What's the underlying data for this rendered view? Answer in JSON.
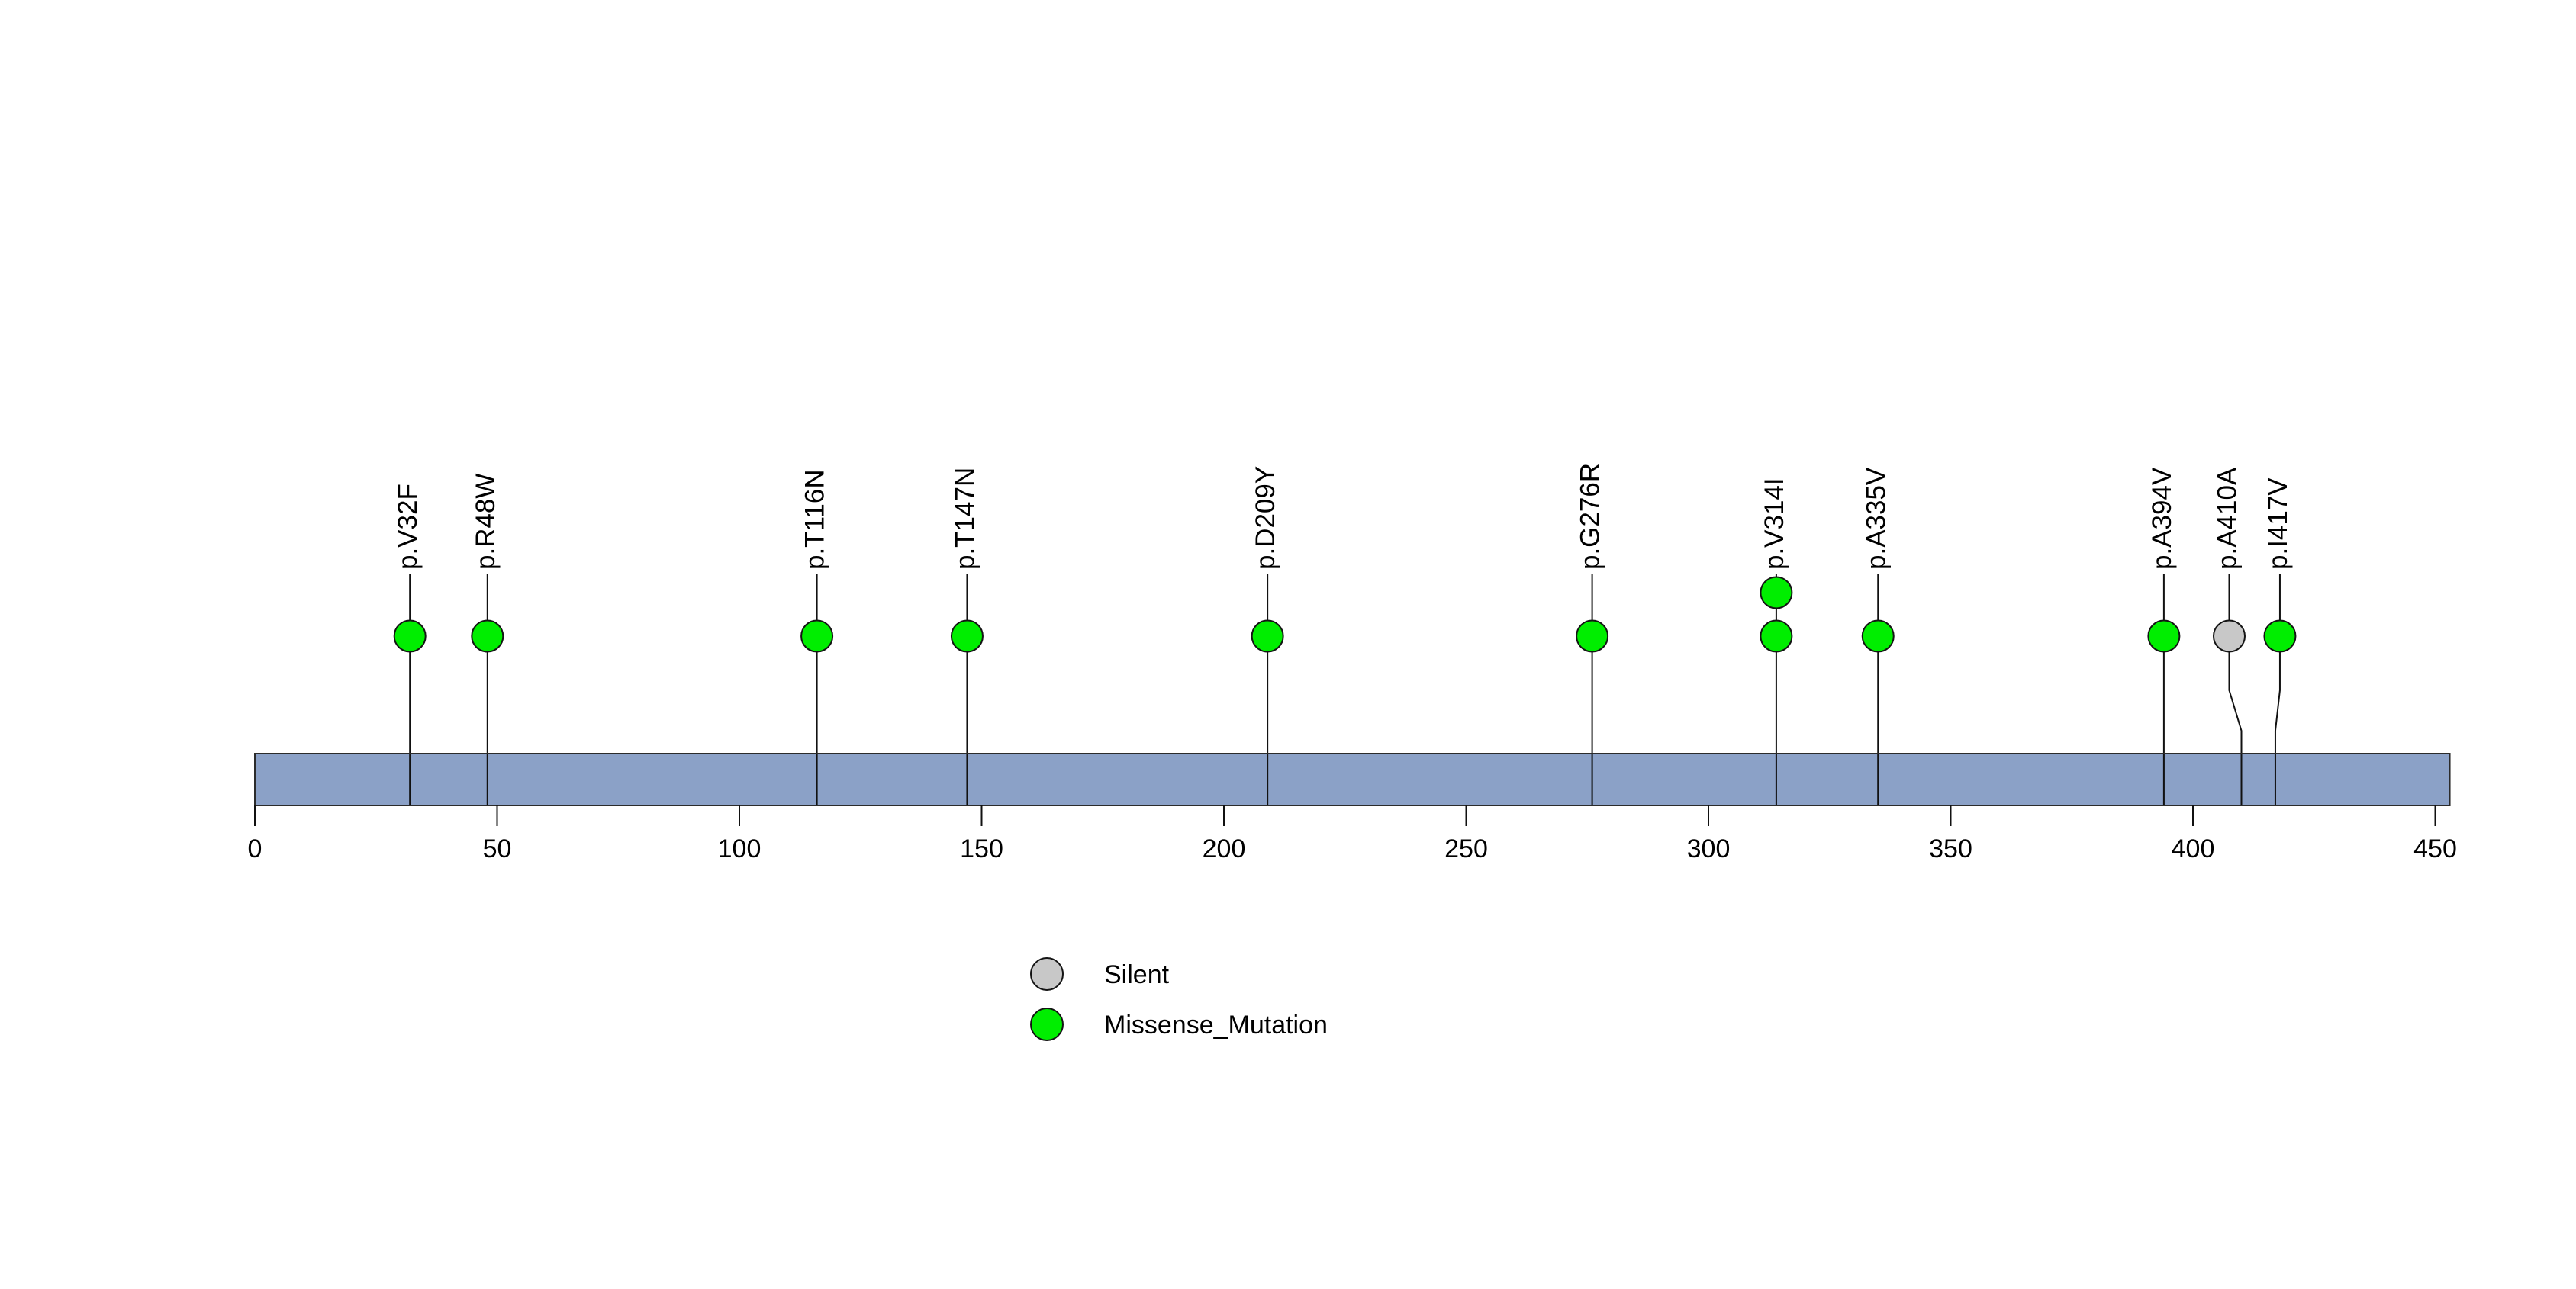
{
  "chart_data": {
    "type": "lollipop",
    "description": "Protein lollipop mutation plot",
    "xlim": [
      0,
      453
    ],
    "protein_length_aa": 453,
    "axis": {
      "ticks": [
        0,
        50,
        100,
        150,
        200,
        250,
        300,
        350,
        400,
        450
      ]
    },
    "mutations": [
      {
        "label": "p.V32F",
        "pos": 32,
        "type": "Missense_Mutation",
        "count": 1,
        "circle_dx": 0
      },
      {
        "label": "p.R48W",
        "pos": 48,
        "type": "Missense_Mutation",
        "count": 1,
        "circle_dx": 0
      },
      {
        "label": "p.T116N",
        "pos": 116,
        "type": "Missense_Mutation",
        "count": 1,
        "circle_dx": 0
      },
      {
        "label": "p.T147N",
        "pos": 147,
        "type": "Missense_Mutation",
        "count": 1,
        "circle_dx": 0
      },
      {
        "label": "p.D209Y",
        "pos": 209,
        "type": "Missense_Mutation",
        "count": 1,
        "circle_dx": 0
      },
      {
        "label": "p.G276R",
        "pos": 276,
        "type": "Missense_Mutation",
        "count": 1,
        "circle_dx": 0
      },
      {
        "label": "p.V314I",
        "pos": 314,
        "type": "Missense_Mutation",
        "count": 2,
        "circle_dx": 0
      },
      {
        "label": "p.A335V",
        "pos": 335,
        "type": "Missense_Mutation",
        "count": 1,
        "circle_dx": 0
      },
      {
        "label": "p.A394V",
        "pos": 394,
        "type": "Missense_Mutation",
        "count": 1,
        "circle_dx": 0
      },
      {
        "label": "p.A410A",
        "pos": 410,
        "type": "Silent",
        "count": 1,
        "circle_dx": -16
      },
      {
        "label": "p.I417V",
        "pos": 417,
        "type": "Missense_Mutation",
        "count": 1,
        "circle_dx": 6
      }
    ],
    "legend": [
      {
        "label": "Silent",
        "color": "#C8C8C8"
      },
      {
        "label": "Missense_Mutation",
        "color": "#00EE00"
      }
    ],
    "colors": {
      "Missense_Mutation": "#00EE00",
      "Silent": "#C8C8C8",
      "backbone": "#7790BD",
      "stroke": "#141414"
    },
    "legend_position": "bottom-center"
  }
}
